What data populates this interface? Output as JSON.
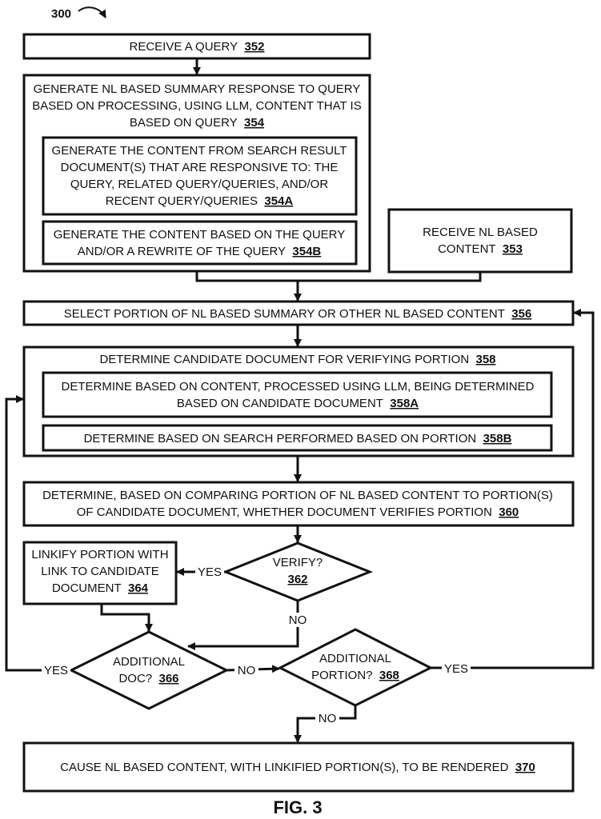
{
  "figure": {
    "number": "300",
    "caption": "FIG. 3"
  },
  "nodes": {
    "n352": {
      "text": [
        "RECEIVE A QUERY"
      ],
      "ref": "352"
    },
    "n354": {
      "text": [
        "GENERATE NL BASED SUMMARY RESPONSE TO QUERY",
        "BASED ON PROCESSING, USING LLM, CONTENT THAT IS",
        "BASED ON QUERY"
      ],
      "ref": "354"
    },
    "n354A": {
      "text": [
        "GENERATE THE CONTENT FROM SEARCH RESULT",
        "DOCUMENT(S) THAT ARE RESPONSIVE TO:  THE",
        "QUERY, RELATED QUERY/QUERIES, AND/OR",
        "RECENT QUERY/QUERIES"
      ],
      "ref": "354A"
    },
    "n354B": {
      "text": [
        "GENERATE THE CONTENT BASED ON THE QUERY",
        "AND/OR A REWRITE OF THE QUERY"
      ],
      "ref": "354B"
    },
    "n353": {
      "text": [
        "RECEIVE NL BASED",
        "CONTENT"
      ],
      "ref": "353"
    },
    "n356": {
      "text": [
        "SELECT PORTION OF NL BASED SUMMARY OR OTHER NL BASED CONTENT"
      ],
      "ref": "356"
    },
    "n358": {
      "text": [
        "DETERMINE CANDIDATE DOCUMENT FOR VERIFYING PORTION"
      ],
      "ref": "358"
    },
    "n358A": {
      "text": [
        "DETERMINE BASED ON CONTENT, PROCESSED USING LLM, BEING DETERMINED",
        "BASED ON CANDIDATE DOCUMENT"
      ],
      "ref": "358A"
    },
    "n358B": {
      "text": [
        "DETERMINE BASED ON SEARCH PERFORMED BASED ON PORTION"
      ],
      "ref": "358B"
    },
    "n360": {
      "text": [
        "DETERMINE, BASED ON COMPARING PORTION OF NL BASED CONTENT TO PORTION(S)",
        "OF CANDIDATE DOCUMENT, WHETHER DOCUMENT VERIFIES PORTION"
      ],
      "ref": "360"
    },
    "n364": {
      "text": [
        "LINKIFY PORTION WITH",
        "LINK TO CANDIDATE",
        "DOCUMENT"
      ],
      "ref": "364"
    },
    "n362": {
      "text": [
        "VERIFY?"
      ],
      "ref": "362"
    },
    "n366": {
      "text": [
        "ADDITIONAL",
        "DOC?"
      ],
      "ref": "366"
    },
    "n368": {
      "text": [
        "ADDITIONAL",
        "PORTION?"
      ],
      "ref": "368"
    },
    "n370": {
      "text": [
        "CAUSE NL BASED CONTENT, WITH LINKIFIED PORTION(S), TO BE RENDERED"
      ],
      "ref": "370"
    }
  },
  "edge_labels": {
    "e362_yes": "YES",
    "e362_no": "NO",
    "e366_yes": "YES",
    "e366_no": "NO",
    "e368_yes": "YES",
    "e368_no": "NO"
  }
}
